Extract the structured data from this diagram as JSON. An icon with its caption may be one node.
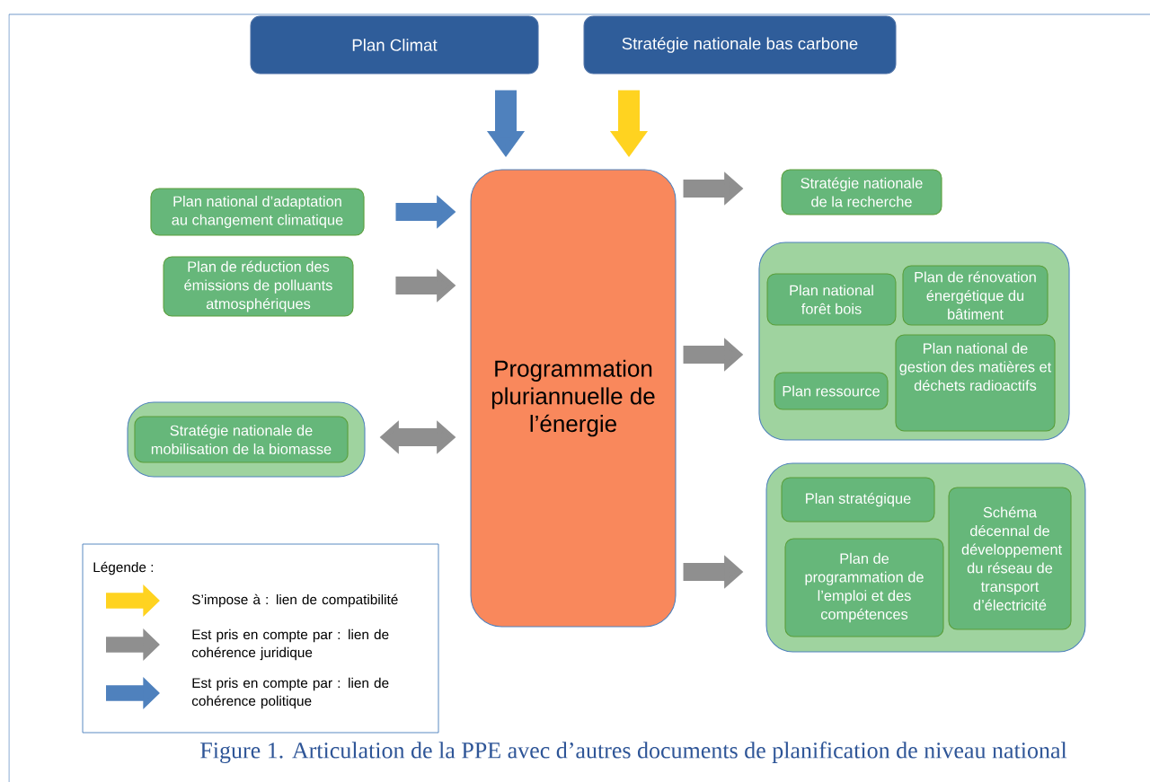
{
  "diagram": {
    "caption": "Figure 1. Articulation de la PPE avec d’autres documents de planification de niveau national",
    "nodes": [
      {
        "text": [
          "Plan Climat"
        ]
      },
      {
        "text": [
          "Stratégie nationale bas carbone"
        ]
      },
      {
        "text": [
          "Programmation pluriannuelle de l’énergie"
        ]
      },
      {
        "text": [
          "Plan national d’adaptation au changement climatique"
        ]
      },
      {
        "text": [
          "Plan de réduction des émissions de polluants atmosphériques"
        ]
      },
      {
        "text": [],
        "shape": "box"
      },
      {
        "text": [
          "Stratégie nationale de mobilisation de la biomasse"
        ],
        "in": 5
      },
      {
        "text": [
          "Stratégie nationale de la recherche"
        ]
      },
      {
        "text": [],
        "shape": "box"
      },
      {
        "text": [
          "Plan national forêt bois"
        ],
        "in": 8
      },
      {
        "text": [
          "Plan de rénovation énergétique du bâtiment"
        ],
        "in": 8
      },
      {
        "text": [
          "Plan ressource"
        ],
        "in": 8
      },
      {
        "text": [
          "Plan national de gestion des matières et déchets radioactifs"
        ],
        "in": 8
      },
      {
        "text": [],
        "shape": "box"
      },
      {
        "text": [
          "Plan stratégique"
        ],
        "in": 13
      },
      {
        "text": [
          "Plan de programmation de l’emploi et des compétences"
        ],
        "in": 13
      },
      {
        "text": [
          "Schéma décennal de développement du réseau de transport d’électricité"
        ],
        "in": 13
      }
    ],
    "edges": [
      {
        "from": 0,
        "to": 2,
        "arrow": "to",
        "color": "#4f81bd"
      },
      {
        "from": 1,
        "to": 2,
        "arrow": "to",
        "color": "#ffd320"
      },
      {
        "from": 3,
        "to": 2,
        "arrow": "to",
        "color": "#4f81bd"
      },
      {
        "from": 4,
        "to": 2,
        "arrow": "to"
      },
      {
        "from": 5,
        "to": 2,
        "arrow": "both"
      },
      {
        "from": 2,
        "to": 7,
        "arrow": "to"
      },
      {
        "from": 2,
        "to": 8,
        "arrow": "to"
      },
      {
        "from": 2,
        "to": 13,
        "arrow": "to"
      }
    ],
    "labels": [
      "Légende :"
    ],
    "legend": [
      {
        "text": "S’impose à : lien de compatibilité",
        "color": "#ffd320"
      },
      {
        "text": "Est pris en compte par : lien de cohérence juridique",
        "color": "#8f8f8f"
      },
      {
        "text": "Est pris en compte par : lien de cohérence politique",
        "color": "#4f81bd"
      }
    ]
  }
}
